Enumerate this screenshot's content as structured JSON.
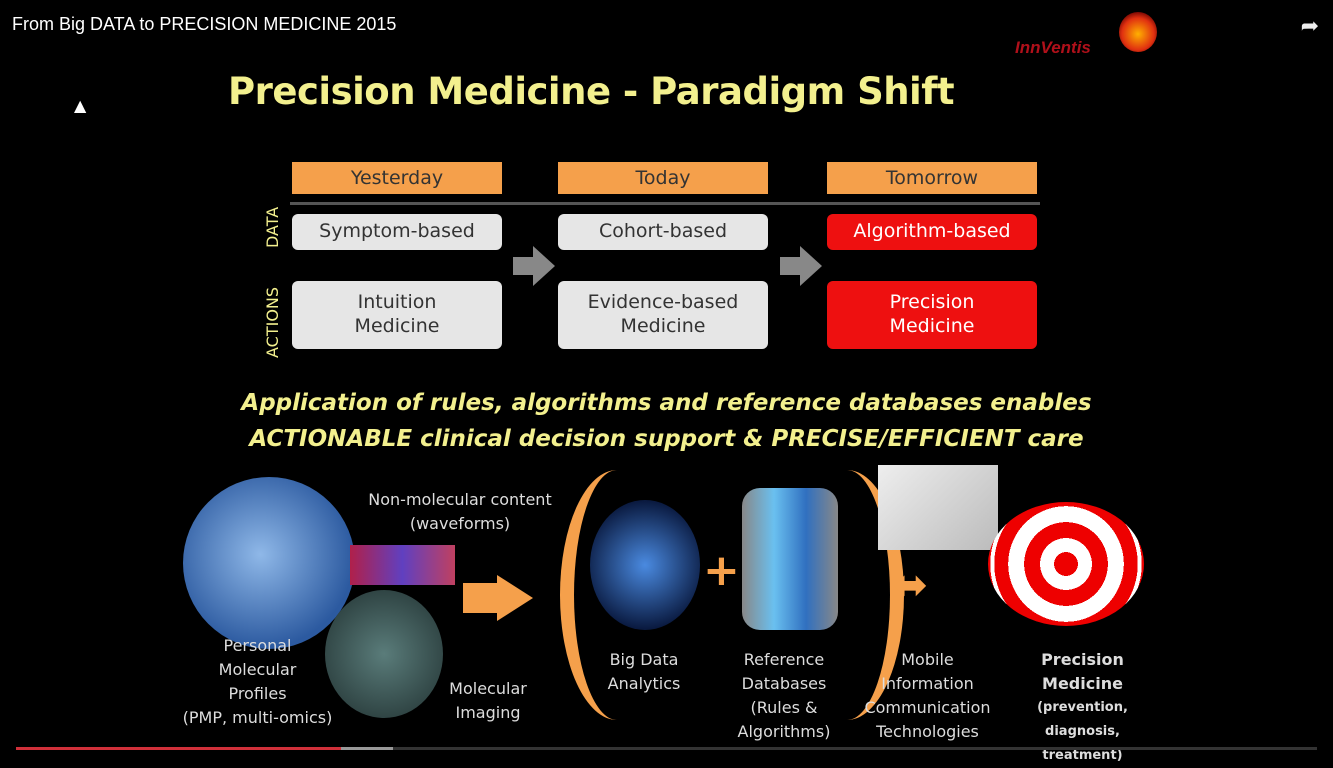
{
  "video": {
    "title": "From Big DATA to PRECISION MEDICINE 2015",
    "share_icon": "share-icon",
    "progress_percent": 25,
    "buffered_percent": 29
  },
  "logo": {
    "text": "InnVentis"
  },
  "slide": {
    "title": "Precision Medicine - Paradigm Shift",
    "columns": [
      "Yesterday",
      "Today",
      "Tomorrow"
    ],
    "row_labels": {
      "data": "DATA",
      "actions": "ACTIONS"
    },
    "data_row": [
      "Symptom-based",
      "Cohort-based",
      "Algorithm-based"
    ],
    "actions_row": [
      [
        "Intuition",
        "Medicine"
      ],
      [
        "Evidence-based",
        "Medicine"
      ],
      [
        "Precision",
        "Medicine"
      ]
    ],
    "tagline": [
      "Application of rules, algorithms and reference databases enables",
      "ACTIONABLE clinical decision support & PRECISE/EFFICIENT care"
    ],
    "labels": {
      "nonmolecular": [
        "Non-molecular content",
        "(waveforms)"
      ],
      "pmp": [
        "Personal",
        "Molecular",
        "Profiles",
        "(PMP, multi-omics)"
      ],
      "imaging": [
        "Molecular",
        "Imaging"
      ],
      "bigdata": [
        "Big Data",
        "Analytics"
      ],
      "refdb": [
        "Reference",
        "Databases",
        "(Rules &",
        "Algorithms)"
      ],
      "mobile": [
        "Mobile",
        "Information",
        "Communication",
        "Technologies"
      ],
      "precision": [
        "Precision",
        "Medicine",
        "(prevention,",
        "diagnosis, treatment)"
      ]
    },
    "colors": {
      "accent": "#f5a04b",
      "red": "#ee1010",
      "title": "#f3f08e"
    }
  }
}
